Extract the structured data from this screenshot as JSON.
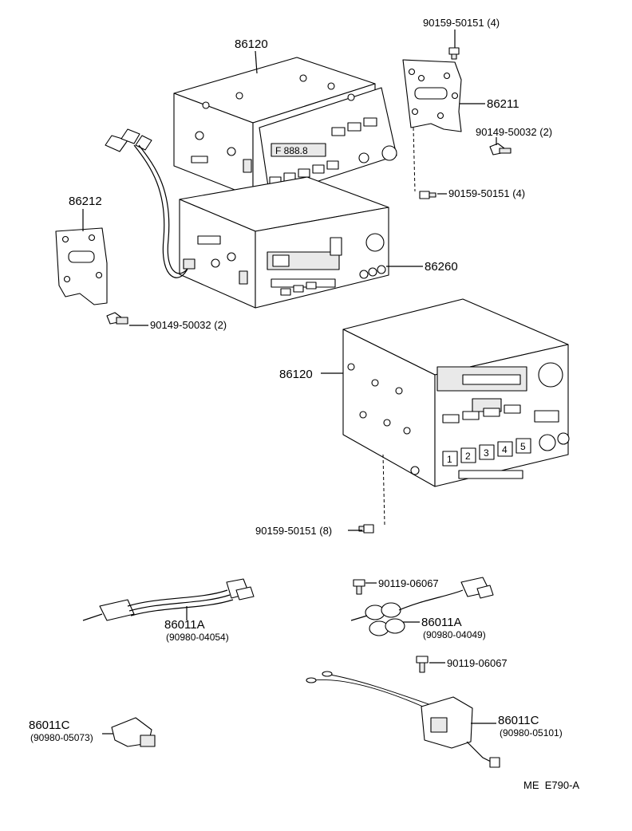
{
  "diagram_code": "ME  E790-A",
  "callouts": {
    "unit_upper": "86120",
    "screw_top_right": "90159-50151 (4)",
    "bracket_right": "86211",
    "bolt_right": "90149-50032 (2)",
    "screw_right_lower": "90159-50151 (4)",
    "bracket_left": "86212",
    "bolt_left": "90149-50032 (2)",
    "unit_tape": "86260",
    "unit_lower": "86120",
    "screw_lower": "90159-50151 (8)",
    "bolt_antenna_a": "90119-06067",
    "bolt_antenna_c": "90119-06067"
  },
  "harnesses": [
    {
      "part": "86011A",
      "number": "(90980-04054)"
    },
    {
      "part": "86011A",
      "number": "(90980-04049)"
    },
    {
      "part": "86011C",
      "number": "(90980-05073)"
    },
    {
      "part": "86011C",
      "number": "(90980-05101)"
    }
  ],
  "preset_buttons": [
    "1",
    "2",
    "3",
    "4",
    "5"
  ],
  "display_text": "F 888.8",
  "colors": {
    "ink": "#000000",
    "paper": "#ffffff"
  }
}
